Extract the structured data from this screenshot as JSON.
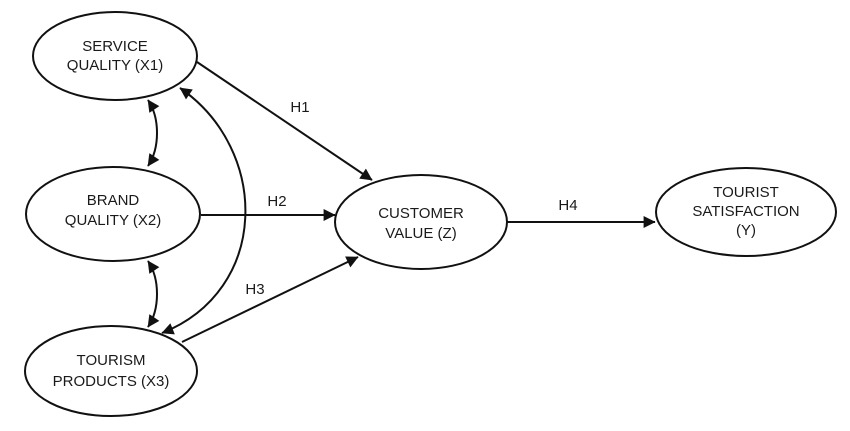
{
  "diagram": {
    "type": "structural-model",
    "nodes": [
      {
        "id": "X1",
        "lines": [
          "SERVICE",
          "QUALITY (X1)"
        ]
      },
      {
        "id": "X2",
        "lines": [
          "BRAND",
          "QUALITY (X2)"
        ]
      },
      {
        "id": "X3",
        "lines": [
          "TOURISM",
          "PRODUCTS (X3)"
        ]
      },
      {
        "id": "Z",
        "lines": [
          "CUSTOMER",
          "VALUE  (Z)"
        ]
      },
      {
        "id": "Y",
        "lines": [
          "TOURIST",
          "SATISFACTION",
          "(Y)"
        ]
      }
    ],
    "hypotheses": [
      {
        "id": "H1",
        "label": "H1",
        "from": "X1",
        "to": "Z"
      },
      {
        "id": "H2",
        "label": "H2",
        "from": "X2",
        "to": "Z"
      },
      {
        "id": "H3",
        "label": "H3",
        "from": "X3",
        "to": "Z"
      },
      {
        "id": "H4",
        "label": "H4",
        "from": "Z",
        "to": "Y"
      }
    ],
    "correlations": [
      {
        "between": [
          "X1",
          "X2"
        ],
        "bidirectional": true
      },
      {
        "between": [
          "X2",
          "X3"
        ],
        "bidirectional": true
      },
      {
        "between": [
          "X1",
          "X3"
        ],
        "bidirectional": true
      }
    ],
    "colors": {
      "stroke": "#111111",
      "text": "#1a1a1a",
      "background": "#ffffff"
    }
  }
}
